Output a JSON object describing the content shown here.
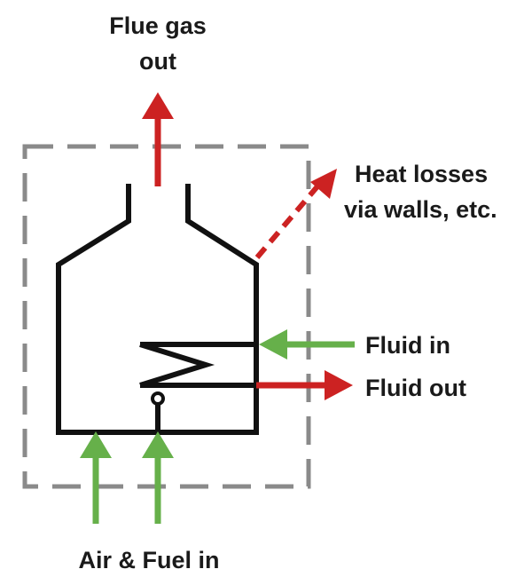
{
  "labels": {
    "flue_gas_line1": "Flue gas",
    "flue_gas_line2": "out",
    "heat_losses_line1": "Heat losses",
    "heat_losses_line2": "via walls, etc.",
    "fluid_in": "Fluid in",
    "fluid_out": "Fluid out",
    "air_fuel_in": "Air & Fuel in"
  },
  "colors": {
    "hot_stream": "#cc2222",
    "cold_stream": "#66b04a",
    "boundary": "#8a8a8a",
    "furnace": "#111111"
  }
}
